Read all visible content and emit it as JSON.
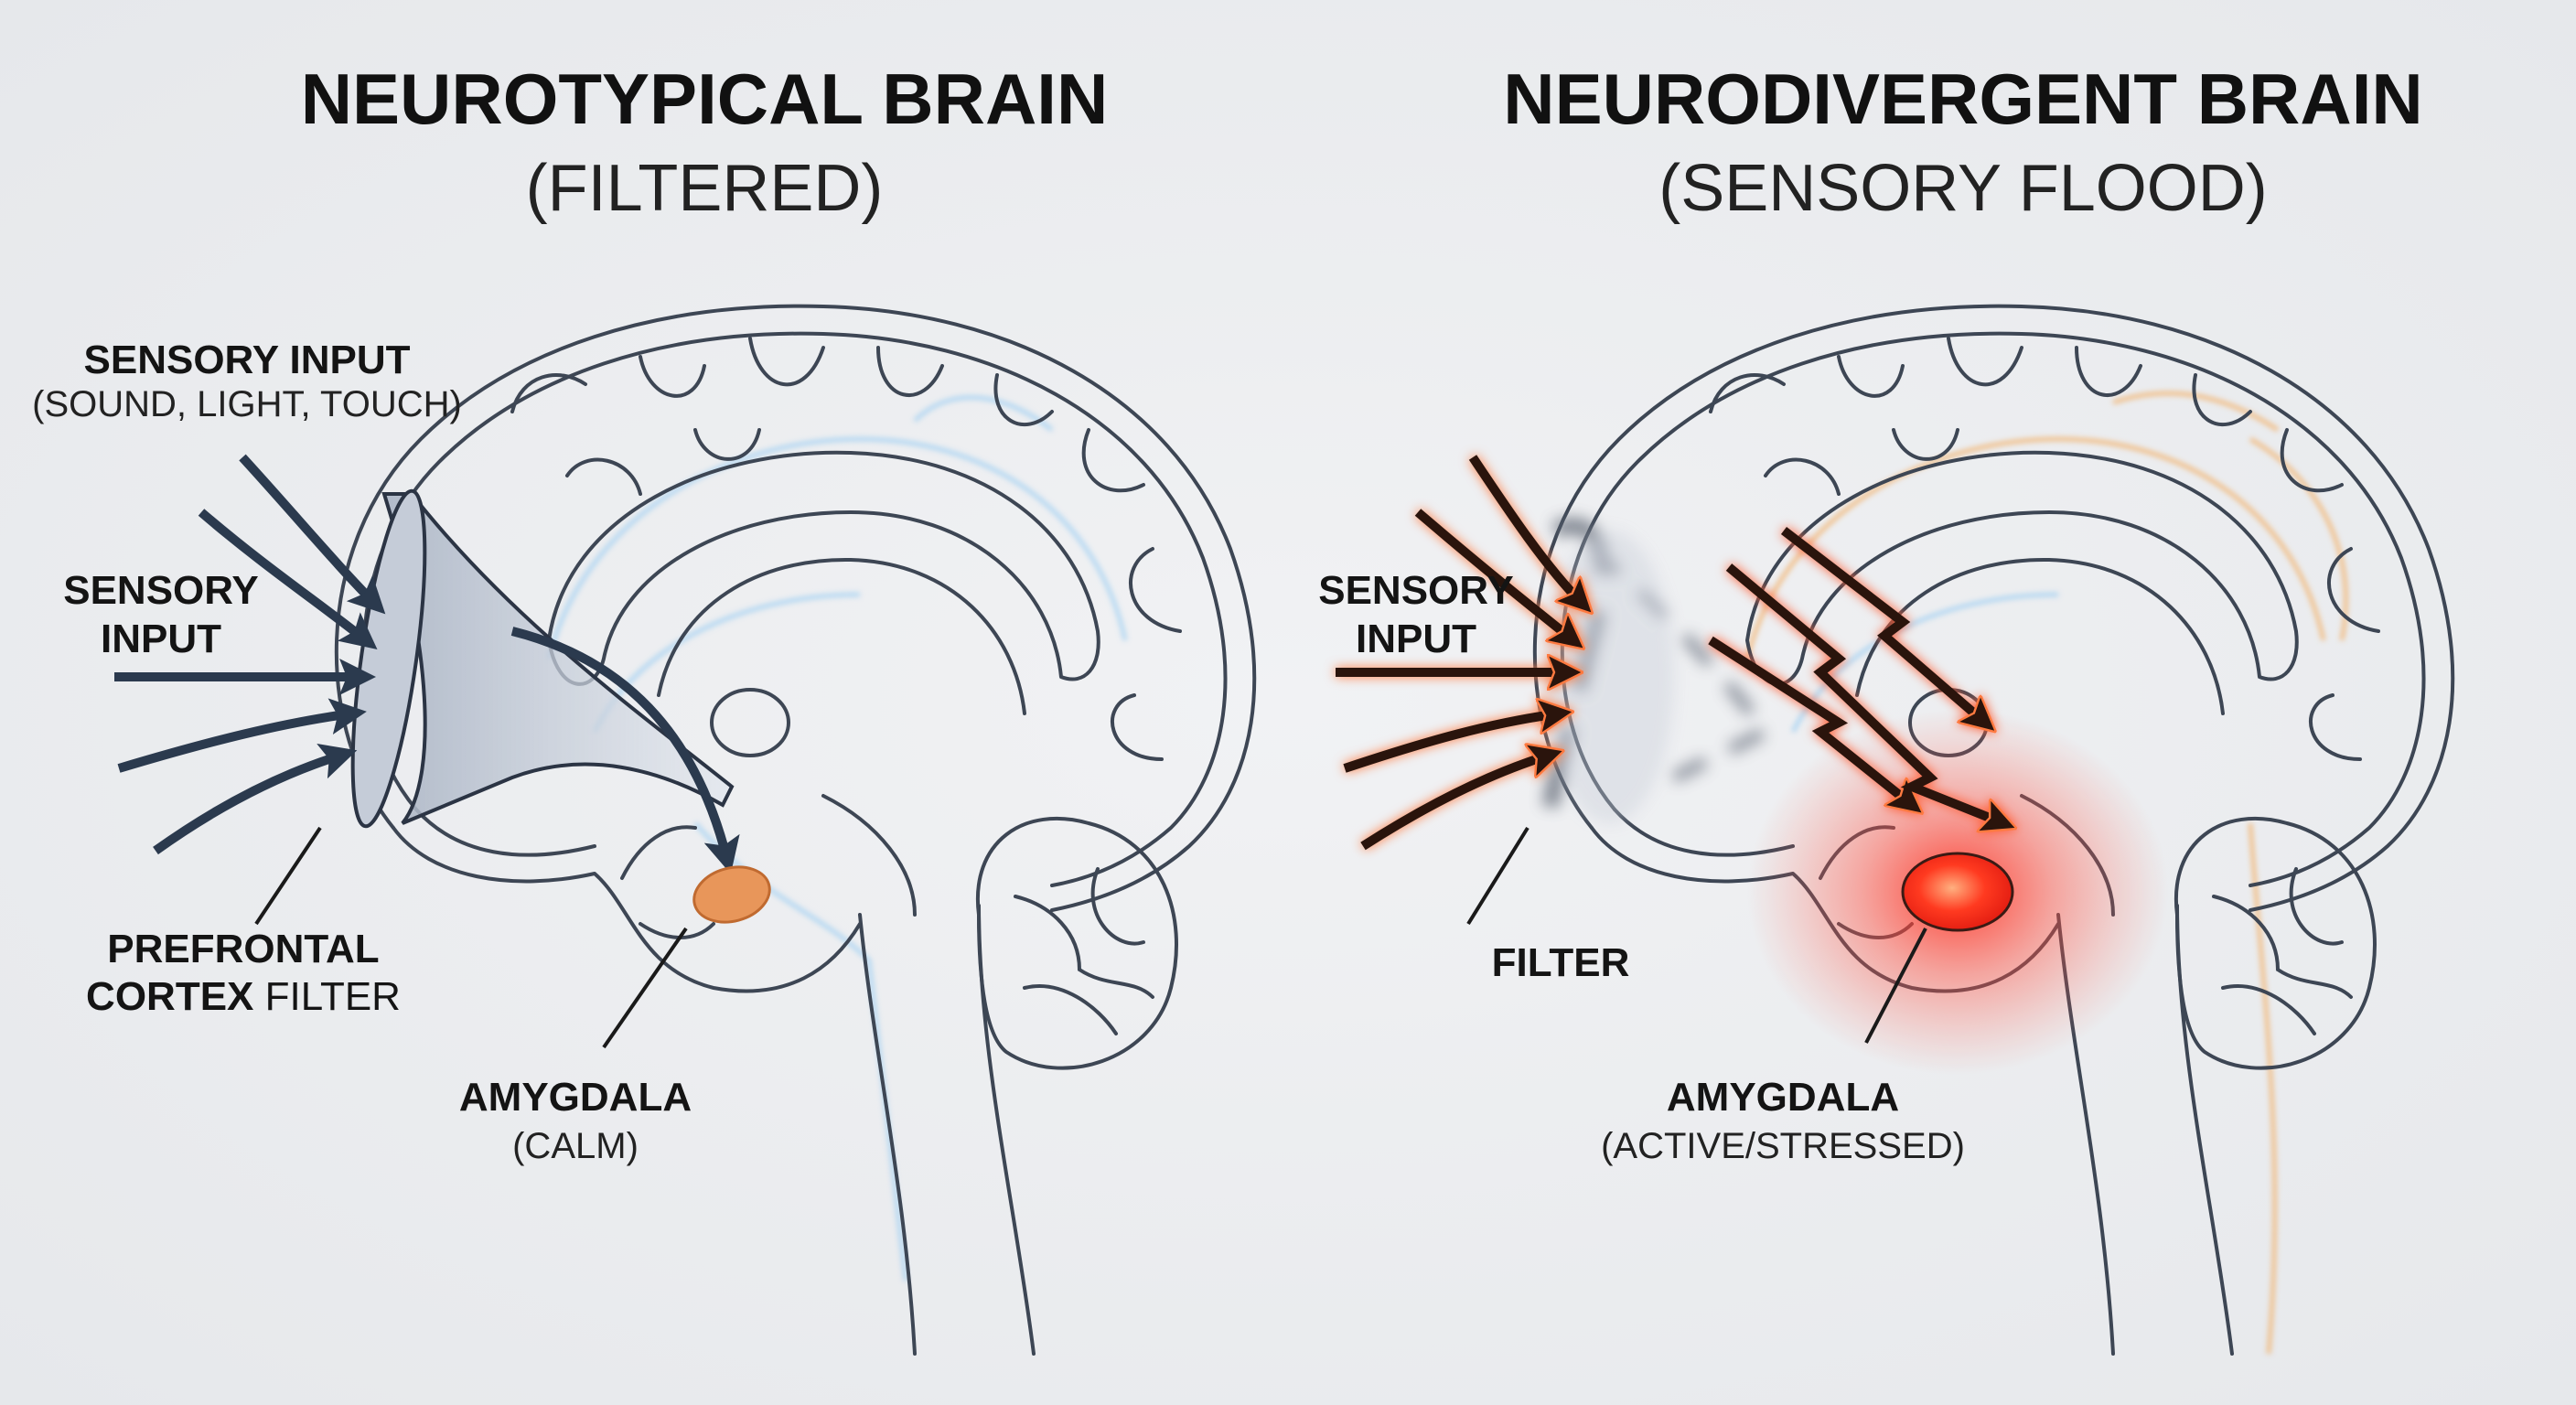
{
  "left": {
    "title": "NEUROTYPICAL BRAIN",
    "subtitle": "(FILTERED)",
    "sensory_top": {
      "label": "SENSORY INPUT",
      "detail": "(SOUND, LIGHT, TOUCH)"
    },
    "sensory_side": [
      "SENSORY",
      "INPUT"
    ],
    "filter_label": {
      "bold1": "PREFRONTAL",
      "bold2": "CORTEX",
      "normal": "FILTER"
    },
    "amygdala": {
      "label": "AMYGDALA",
      "state": "(CALM)"
    }
  },
  "right": {
    "title": "NEURODIVERGENT BRAIN",
    "subtitle": "(SENSORY FLOOD)",
    "sensory_side": [
      "SENSORY",
      "INPUT"
    ],
    "filter_label": "FILTER",
    "amygdala": {
      "label": "AMYGDALA",
      "state": "(ACTIVE/STRESSED)"
    }
  },
  "colors": {
    "calm_amygdala": "#e8965a",
    "stressed_amygdala": "#ff3b2a",
    "calm_arrow": "#2b3a4e",
    "flood_arrow": "#2a140c",
    "neural_calm": "#9ccff2",
    "neural_flood": "#f2b26e"
  }
}
